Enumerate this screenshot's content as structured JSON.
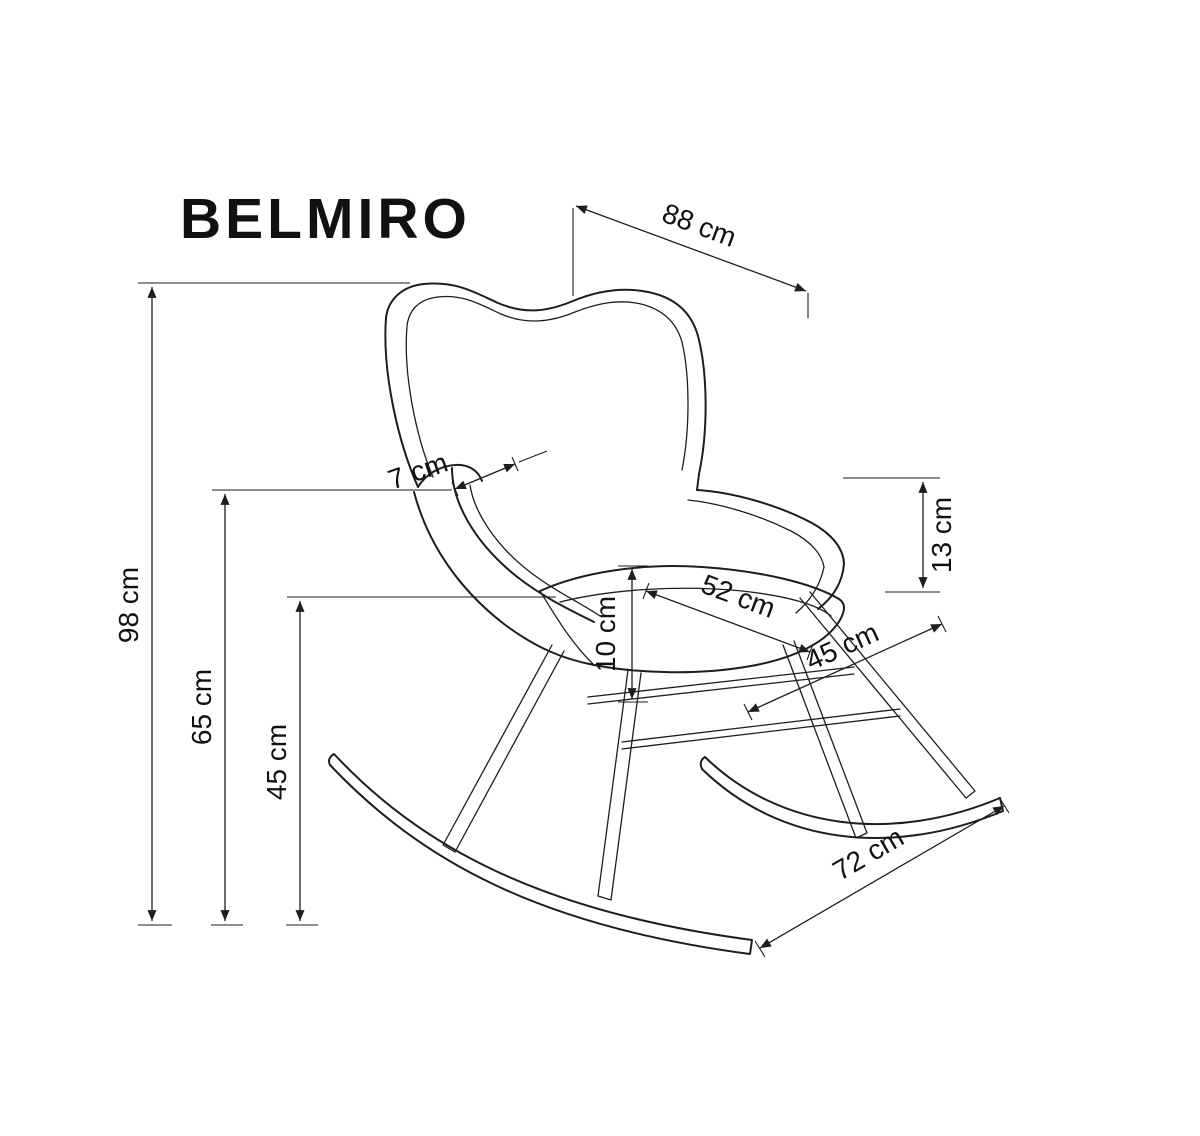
{
  "title": "BELMIRO",
  "figure": {
    "type": "dimension-diagram",
    "subject": "rocking-chair",
    "unit": "cm",
    "dimensions": {
      "back_width": "88 cm",
      "total_height": "98 cm",
      "armrest_height": "65 cm",
      "seat_height": "45 cm",
      "arm_to_seat": "13 cm",
      "wing_depth": "7 cm",
      "cushion_thickness": "10 cm",
      "seat_width": "52 cm",
      "seat_depth": "45 cm",
      "rocker_length": "72 cm"
    }
  },
  "colors": {
    "line": "#1e1e1e",
    "background": "#ffffff",
    "text": "#111111"
  }
}
